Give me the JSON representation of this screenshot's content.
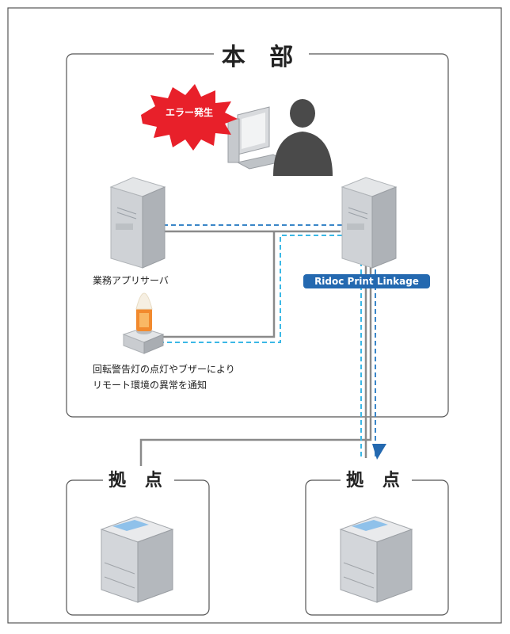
{
  "headquarters": {
    "title": "本 部"
  },
  "alert": {
    "text": "エラー発生"
  },
  "app_server": {
    "label": "業務アプリサーバ"
  },
  "ridoc_server": {
    "badge": "Ridoc Print Linkage"
  },
  "warning_light": {
    "caption_line1": "回転警告灯の点灯やブザーにより",
    "caption_line2": "リモート環境の異常を通知"
  },
  "branch_left": {
    "title": "拠 点"
  },
  "branch_right": {
    "title": "拠 点"
  },
  "colors": {
    "solid_line": "#8a8a8a",
    "dashed_blue": "#3a86c8",
    "dashed_cyan": "#3bb8e6",
    "badge": "#2469b0",
    "alert_burst": "#e8202a",
    "frame": "#555555"
  }
}
